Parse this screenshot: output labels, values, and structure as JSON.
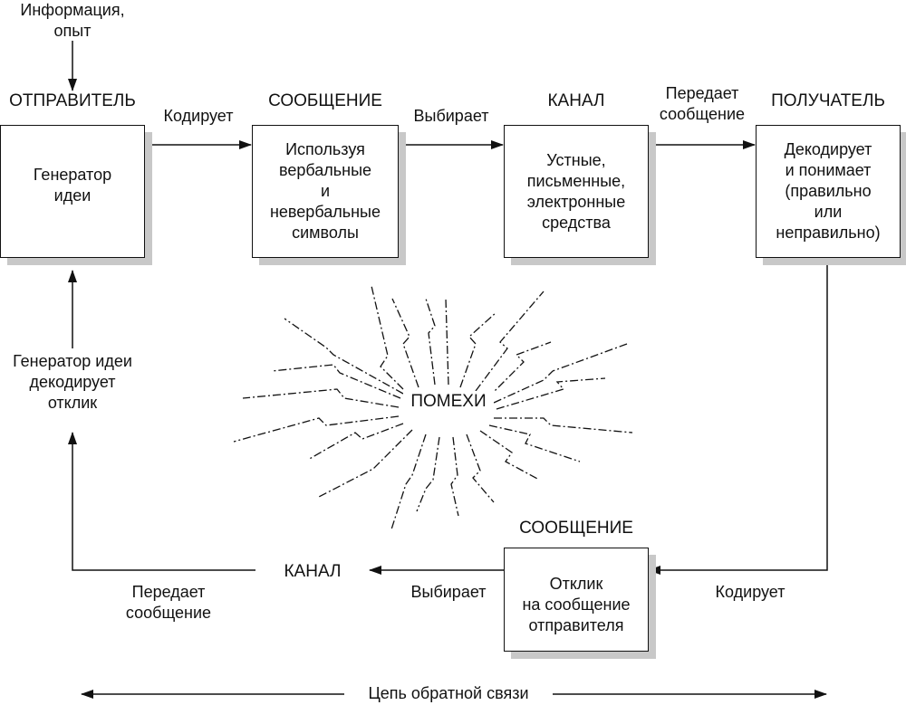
{
  "input_label": "Информация,\nопыт",
  "headers": {
    "sender": "ОТПРАВИТЕЛЬ",
    "message": "СООБЩЕНИЕ",
    "channel": "КАНАЛ",
    "receiver": "ПОЛУЧАТЕЛЬ",
    "feedback_message": "СООБЩЕНИЕ",
    "feedback_channel": "КАНАЛ"
  },
  "boxes": {
    "sender": "Генератор\nидеи",
    "message": "Используя\nвербальные\nи\nневербальные\nсимволы",
    "channel": "Устные,\nписьменные,\nэлектронные\nсредства",
    "receiver": "Декодирует\nи понимает\n(правильно\nили\nнеправильно)",
    "feedback": "Отклик\nна сообщение\nотправителя"
  },
  "arrow_labels": {
    "encodes": "Кодирует",
    "selects": "Выбирает",
    "transmits": "Передает\nсообщение",
    "feedback_encodes": "Кодирует",
    "feedback_selects": "Выбирает",
    "feedback_transmits": "Передает\nсообщение",
    "sender_decodes": "Генератор идеи\nдекодирует\nотклик"
  },
  "noise_label": "ПОМЕХИ",
  "feedback_loop_label": "Цепь обратной связи"
}
